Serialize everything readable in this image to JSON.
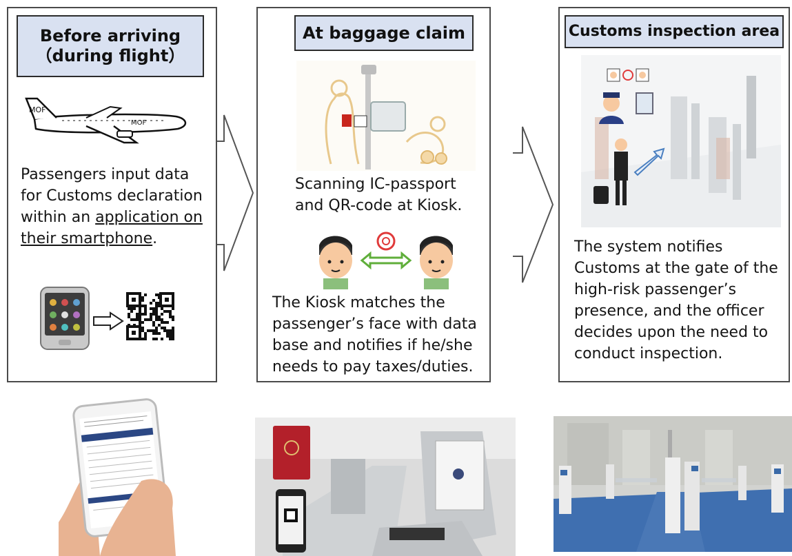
{
  "panels": [
    {
      "title_line1": "Before arriving",
      "title_line2": "（during flight）",
      "text_before": "Passengers input data for Customs declaration within an",
      "text_link": "application on their smartphone",
      "text_after": ".",
      "plane_mark": "MOF"
    },
    {
      "title": "At baggage claim",
      "caption": "Scanning IC-passport and QR-code at Kiosk.",
      "text": "The Kiosk matches the passenger’s face with data base and notifies if he/she needs to pay taxes/duties."
    },
    {
      "title": "Customs inspection area",
      "text": "The system notifies Customs at the gate of the high-risk passenger’s presence, and the officer decides upon the need to conduct inspection."
    }
  ],
  "colors": {
    "title_fill": "#d9e1f1",
    "border": "#4a4a4a",
    "arrow_green": "#5fae3a",
    "alert_red": "#e03a3a",
    "carpet_blue": "#3f6fb0"
  },
  "icons": [
    "airplane-icon",
    "smartphone-icon",
    "qr-code-icon",
    "kiosk-icon",
    "face-icon",
    "officer-icon",
    "traveler-icon",
    "gate-icon"
  ]
}
